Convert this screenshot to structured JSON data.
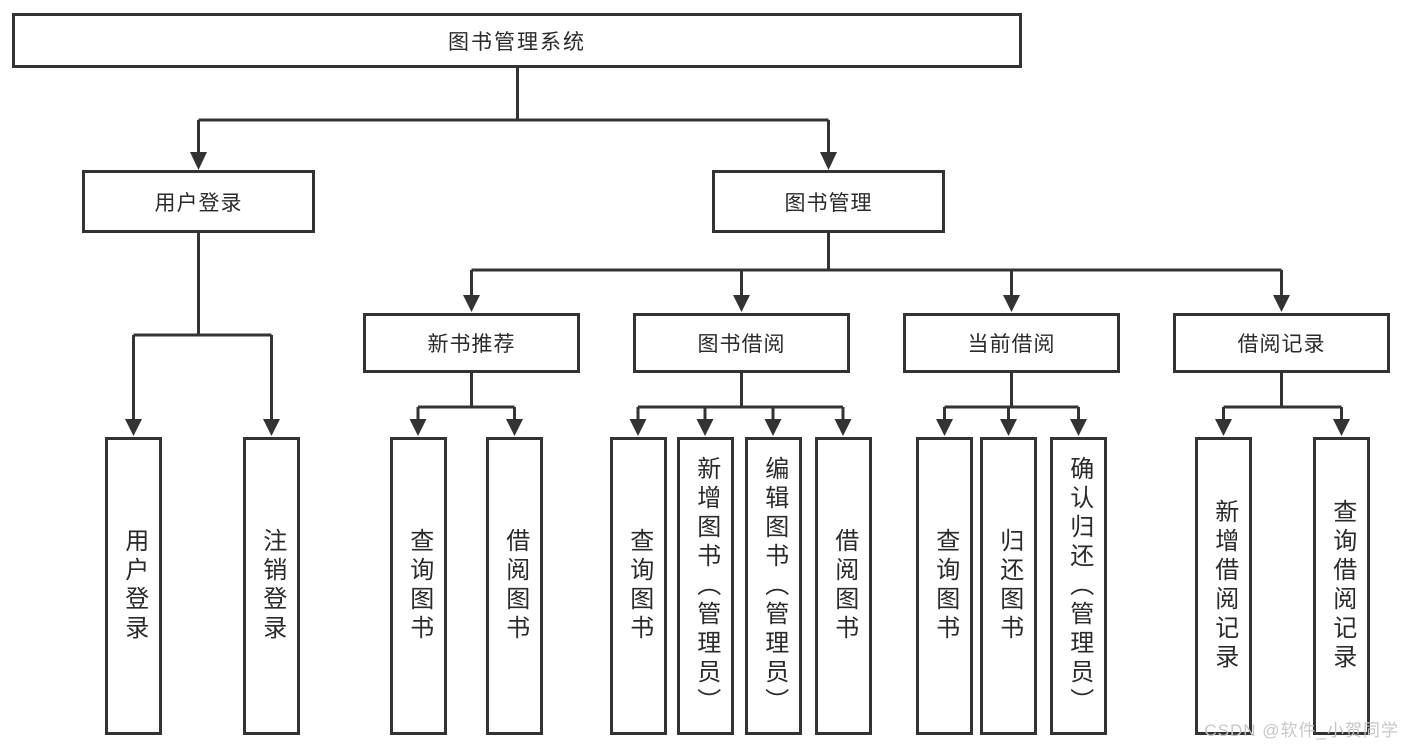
{
  "diagram": {
    "root": {
      "label": "图书管理系统"
    },
    "level2": [
      {
        "label": "用户登录"
      },
      {
        "label": "图书管理"
      }
    ],
    "level3": [
      {
        "label": "新书推荐"
      },
      {
        "label": "图书借阅"
      },
      {
        "label": "当前借阅"
      },
      {
        "label": "借阅记录"
      }
    ],
    "leaves": {
      "user_login": [
        {
          "label": "用户登录"
        },
        {
          "label": "注销登录"
        }
      ],
      "new_book": [
        {
          "label": "查询图书"
        },
        {
          "label": "借阅图书"
        }
      ],
      "book_borrow": [
        {
          "label": "查询图书"
        },
        {
          "label": "新增图书（管理员）"
        },
        {
          "label": "编辑图书（管理员）"
        },
        {
          "label": "借阅图书"
        }
      ],
      "current_borrow": [
        {
          "label": "查询图书"
        },
        {
          "label": "归还图书"
        },
        {
          "label": "确认归还（管理员）"
        }
      ],
      "borrow_record": [
        {
          "label": "新增借阅记录"
        },
        {
          "label": "查询借阅记录"
        }
      ]
    },
    "watermark": "CSDN @软件_小贺同学",
    "colors": {
      "line": "#333333",
      "text": "#2a2a2a",
      "watermark": "#c6c6c6"
    }
  }
}
